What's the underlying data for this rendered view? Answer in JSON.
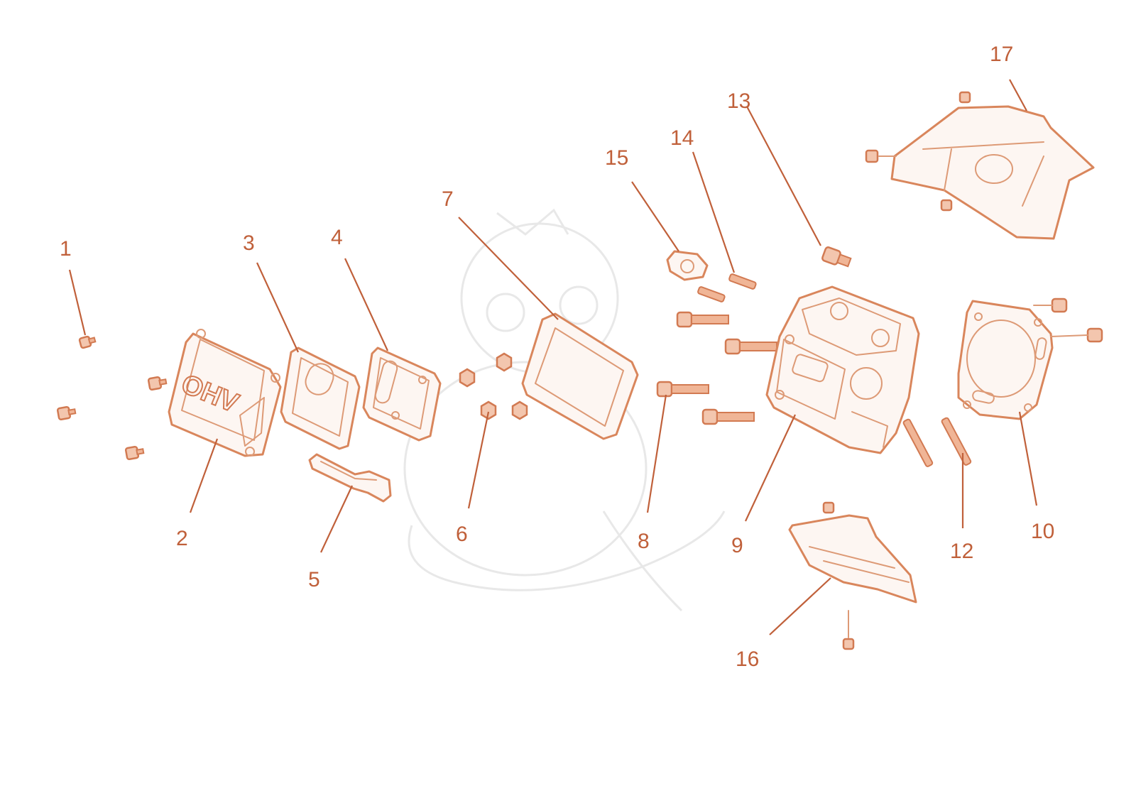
{
  "diagram": {
    "cover_marking": "OHV",
    "callouts": [
      {
        "id": "1",
        "label": "1",
        "part": "bolt"
      },
      {
        "id": "2",
        "label": "2",
        "part": "valve-cover"
      },
      {
        "id": "3",
        "label": "3",
        "part": "cover-gasket"
      },
      {
        "id": "4",
        "label": "4",
        "part": "breather-plate"
      },
      {
        "id": "5",
        "label": "5",
        "part": "breather-hose"
      },
      {
        "id": "6",
        "label": "6",
        "part": "nut"
      },
      {
        "id": "7",
        "label": "7",
        "part": "rocker-cover-gasket"
      },
      {
        "id": "8",
        "label": "8",
        "part": "head-bolt"
      },
      {
        "id": "9",
        "label": "9",
        "part": "cylinder-head"
      },
      {
        "id": "10",
        "label": "10",
        "part": "head-gasket"
      },
      {
        "id": "12",
        "label": "12",
        "part": "stud"
      },
      {
        "id": "13",
        "label": "13",
        "part": "spark-plug"
      },
      {
        "id": "14",
        "label": "14",
        "part": "stud"
      },
      {
        "id": "15",
        "label": "15",
        "part": "flange-gasket"
      },
      {
        "id": "16",
        "label": "16",
        "part": "lower-shroud"
      },
      {
        "id": "17",
        "label": "17",
        "part": "head-shroud"
      }
    ],
    "colors": {
      "line": "#c0603a",
      "part_outline": "#d9865c",
      "background": "#ffffff"
    }
  }
}
